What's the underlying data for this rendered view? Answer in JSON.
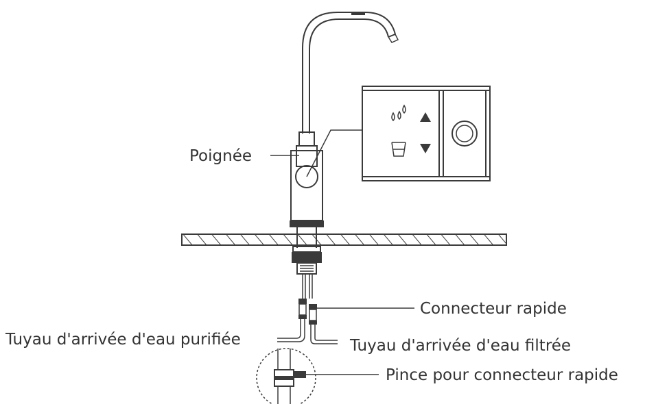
{
  "labels": {
    "handle": "Poignée",
    "quick_connector": "Connecteur rapide",
    "purified_water_inlet": "Tuyau d'arrivée d'eau purifiée",
    "filtered_water_inlet": "Tuyau d'arrivée d'eau filtrée",
    "connector_clip": "Pince pour connecteur rapide"
  },
  "icons": {
    "panel_top_left": "water-drops-icon",
    "panel_top_right": "triangle-up-icon",
    "panel_bottom_left": "cup-icon",
    "panel_bottom_right": "triangle-down-icon",
    "panel_button": "round-button-icon"
  },
  "colors": {
    "stroke": "#3a3a3a",
    "text": "#333333",
    "background": "#ffffff"
  }
}
